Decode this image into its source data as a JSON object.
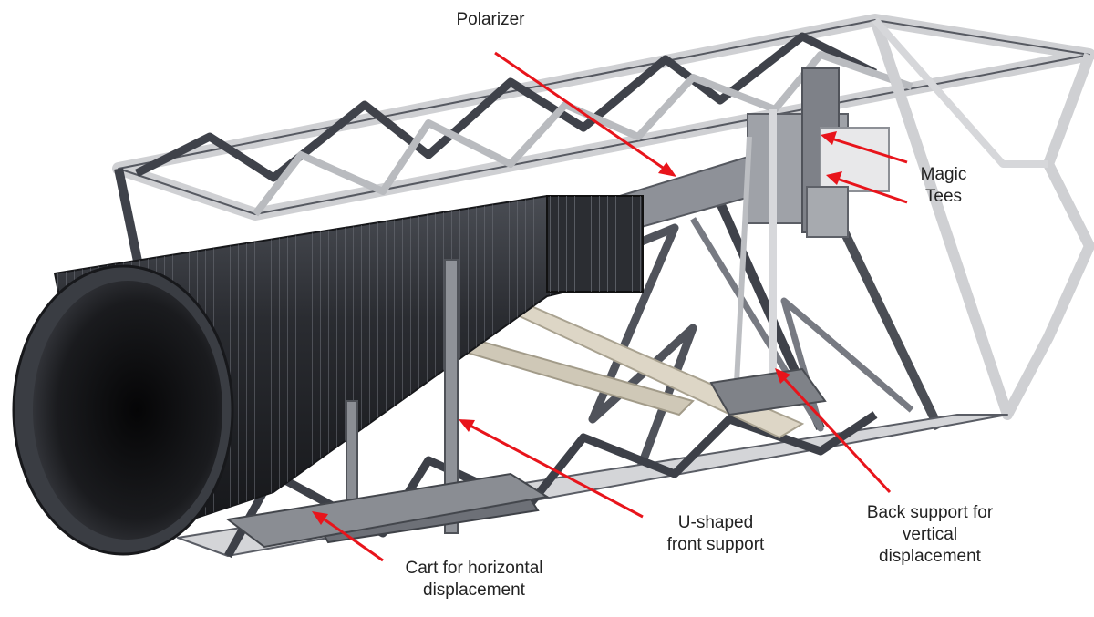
{
  "figure": {
    "labels": {
      "polarizer": {
        "lines": [
          "Polarizer"
        ]
      },
      "magic_tees": {
        "lines": [
          "Magic",
          "Tees"
        ]
      },
      "back_support": {
        "lines": [
          "Back support for",
          "vertical",
          "displacement"
        ]
      },
      "u_support": {
        "lines": [
          "U-shaped",
          "front support"
        ]
      },
      "cart": {
        "lines": [
          "Cart for horizontal",
          "displacement"
        ]
      }
    },
    "colors": {
      "arrow": "#e8141b",
      "horn_dark": "#1c1d20",
      "horn_mid": "#3c3f45",
      "truss_light": "#d9dadc",
      "truss_dark": "#4b4e55",
      "beam_beige": "#ddd6c6",
      "text": "#222222"
    }
  }
}
